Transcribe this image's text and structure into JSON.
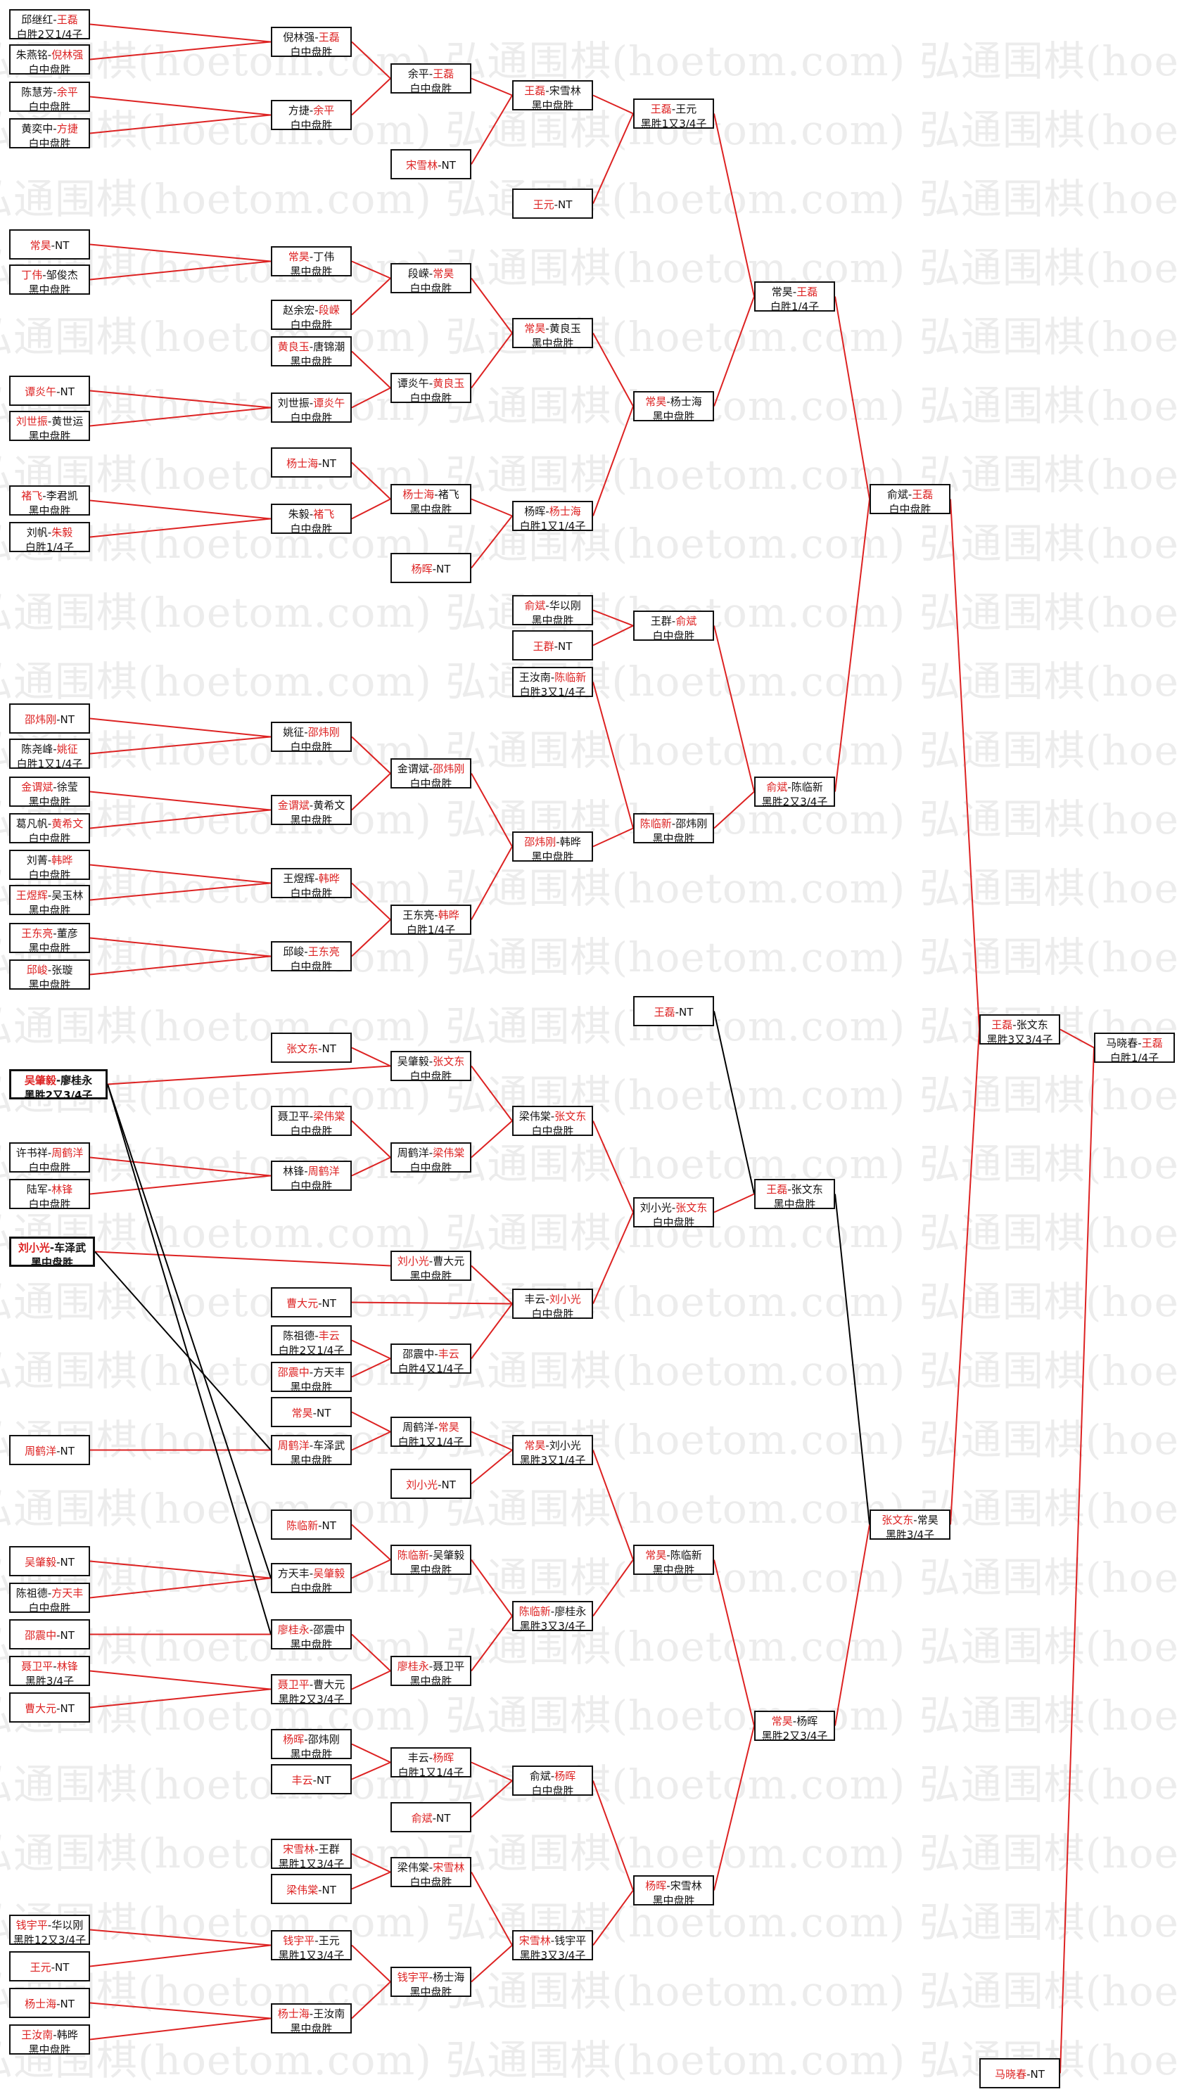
{
  "watermark": "弘通围棋(hoetom.com)",
  "colors": {
    "accent": "#dd2222",
    "text": "#111111",
    "line_red": "#dd2222",
    "line_black": "#000000",
    "watermark": "#ececec"
  },
  "matches": [
    {
      "id": "r1-01",
      "parts": [
        "邱继红",
        "王磊"
      ],
      "hl": 1,
      "result": "白胜2又1/4子"
    },
    {
      "id": "r1-02",
      "parts": [
        "朱燕铭",
        "倪林强"
      ],
      "hl": 1,
      "result": "白中盘胜"
    },
    {
      "id": "r1-03",
      "parts": [
        "陈慧芳",
        "余平"
      ],
      "hl": 1,
      "result": "白中盘胜"
    },
    {
      "id": "r1-04",
      "parts": [
        "黄奕中",
        "方捷"
      ],
      "hl": 1,
      "result": "白中盘胜"
    },
    {
      "id": "r1-05",
      "parts": [
        "常昊",
        "NT"
      ],
      "hl": 0,
      "result": ""
    },
    {
      "id": "r1-06",
      "parts": [
        "丁伟",
        "邹俊杰"
      ],
      "hl": 0,
      "result": "黑中盘胜"
    },
    {
      "id": "r1-07",
      "parts": [
        "谭炎午",
        "NT"
      ],
      "hl": 0,
      "result": ""
    },
    {
      "id": "r1-08",
      "parts": [
        "刘世振",
        "黄世运"
      ],
      "hl": 0,
      "result": "黑中盘胜"
    },
    {
      "id": "r1-09",
      "parts": [
        "褚飞",
        "李君凯"
      ],
      "hl": 0,
      "result": "黑中盘胜"
    },
    {
      "id": "r1-10",
      "parts": [
        "刘帆",
        "朱毅"
      ],
      "hl": 1,
      "result": "白胜1/4子"
    },
    {
      "id": "r1-11",
      "parts": [
        "邵炜刚",
        "NT"
      ],
      "hl": 0,
      "result": ""
    },
    {
      "id": "r1-12",
      "parts": [
        "陈尧峰",
        "姚征"
      ],
      "hl": 1,
      "result": "白胜1又1/4子"
    },
    {
      "id": "r1-13",
      "parts": [
        "金谓斌",
        "徐莹"
      ],
      "hl": 0,
      "result": "黑中盘胜"
    },
    {
      "id": "r1-14",
      "parts": [
        "葛凡帆",
        "黄希文"
      ],
      "hl": 1,
      "result": "白中盘胜"
    },
    {
      "id": "r1-15",
      "parts": [
        "刘菁",
        "韩晔"
      ],
      "hl": 1,
      "result": "白中盘胜"
    },
    {
      "id": "r1-16",
      "parts": [
        "王煜辉",
        "吴玉林"
      ],
      "hl": 0,
      "result": "黑中盘胜"
    },
    {
      "id": "r1-17",
      "parts": [
        "王东亮",
        "董彦"
      ],
      "hl": 0,
      "result": "黑中盘胜"
    },
    {
      "id": "r1-18",
      "parts": [
        "邱峻",
        "张璇"
      ],
      "hl": 0,
      "result": "黑中盘胜"
    },
    {
      "id": "r1-19",
      "parts": [
        "吴肇毅",
        "廖桂永"
      ],
      "hl": 0,
      "result": "黑胜2又3/4子",
      "bold": true
    },
    {
      "id": "r1-20",
      "parts": [
        "许书祥",
        "周鹤洋"
      ],
      "hl": 1,
      "result": "白中盘胜"
    },
    {
      "id": "r1-21",
      "parts": [
        "陆军",
        "林锋"
      ],
      "hl": 1,
      "result": "白中盘胜"
    },
    {
      "id": "r1-22",
      "parts": [
        "刘小光",
        "车泽武"
      ],
      "hl": 0,
      "result": "黑中盘胜",
      "bold": true
    },
    {
      "id": "r1-23",
      "parts": [
        "周鹤洋",
        "NT"
      ],
      "hl": 0,
      "result": ""
    },
    {
      "id": "r1-24",
      "parts": [
        "吴肇毅",
        "NT"
      ],
      "hl": 0,
      "result": ""
    },
    {
      "id": "r1-25",
      "parts": [
        "陈祖德",
        "方天丰"
      ],
      "hl": 1,
      "result": "白中盘胜"
    },
    {
      "id": "r1-26",
      "parts": [
        "邵震中",
        "NT"
      ],
      "hl": 0,
      "result": ""
    },
    {
      "id": "r1-27",
      "parts": [
        "聂卫平",
        "林锋"
      ],
      "hl": -1,
      "result": "黑胜3/4子"
    },
    {
      "id": "r1-28",
      "parts": [
        "曹大元",
        "NT"
      ],
      "hl": 0,
      "result": ""
    },
    {
      "id": "r1-29",
      "parts": [
        "钱宇平",
        "华以刚"
      ],
      "hl": 0,
      "result": "黑胜12又3/4子"
    },
    {
      "id": "r1-30",
      "parts": [
        "王元",
        "NT"
      ],
      "hl": 0,
      "result": ""
    },
    {
      "id": "r1-31",
      "parts": [
        "杨士海",
        "NT"
      ],
      "hl": 0,
      "result": ""
    },
    {
      "id": "r1-32",
      "parts": [
        "王汝南",
        "韩晔"
      ],
      "hl": 0,
      "result": "黑中盘胜"
    },
    {
      "id": "r2-01",
      "parts": [
        "倪林强",
        "王磊"
      ],
      "hl": 1,
      "result": "白中盘胜"
    },
    {
      "id": "r2-02",
      "parts": [
        "方捷",
        "余平"
      ],
      "hl": 1,
      "result": "白中盘胜"
    },
    {
      "id": "r2-03",
      "parts": [
        "常昊",
        "丁伟"
      ],
      "hl": 0,
      "result": "黑中盘胜"
    },
    {
      "id": "r2-04",
      "parts": [
        "赵余宏",
        "段嵘"
      ],
      "hl": 1,
      "result": "白中盘胜"
    },
    {
      "id": "r2-05",
      "parts": [
        "黄良玉",
        "唐锦潮"
      ],
      "hl": 0,
      "result": "黑中盘胜"
    },
    {
      "id": "r2-06",
      "parts": [
        "刘世振",
        "谭炎午"
      ],
      "hl": 1,
      "result": "白中盘胜"
    },
    {
      "id": "r2-07",
      "parts": [
        "杨士海",
        "NT"
      ],
      "hl": 0,
      "result": ""
    },
    {
      "id": "r2-08",
      "parts": [
        "朱毅",
        "褚飞"
      ],
      "hl": 1,
      "result": "白中盘胜"
    },
    {
      "id": "r2-09",
      "parts": [
        "姚征",
        "邵炜刚"
      ],
      "hl": 1,
      "result": "白中盘胜"
    },
    {
      "id": "r2-10",
      "parts": [
        "金谓斌",
        "黄希文"
      ],
      "hl": 0,
      "result": "黑中盘胜"
    },
    {
      "id": "r2-11",
      "parts": [
        "王煜辉",
        "韩晔"
      ],
      "hl": 1,
      "result": "白中盘胜"
    },
    {
      "id": "r2-12",
      "parts": [
        "邱峻",
        "王东亮"
      ],
      "hl": 1,
      "result": "白中盘胜"
    },
    {
      "id": "r2-13",
      "parts": [
        "张文东",
        "NT"
      ],
      "hl": 0,
      "result": ""
    },
    {
      "id": "r2-14",
      "parts": [
        "聂卫平",
        "梁伟棠"
      ],
      "hl": 1,
      "result": "白中盘胜"
    },
    {
      "id": "r2-15",
      "parts": [
        "林锋",
        "周鹤洋"
      ],
      "hl": 1,
      "result": "白中盘胜"
    },
    {
      "id": "r2-16",
      "parts": [
        "曹大元",
        "NT"
      ],
      "hl": 0,
      "result": ""
    },
    {
      "id": "r2-17",
      "parts": [
        "陈祖德",
        "丰云"
      ],
      "hl": 1,
      "result": "白胜2又1/4子"
    },
    {
      "id": "r2-18",
      "parts": [
        "邵震中",
        "方天丰"
      ],
      "hl": 0,
      "result": "黑中盘胜"
    },
    {
      "id": "r2-19",
      "parts": [
        "常昊",
        "NT"
      ],
      "hl": 0,
      "result": ""
    },
    {
      "id": "r2-20",
      "parts": [
        "周鹤洋",
        "车泽武"
      ],
      "hl": 0,
      "result": "黑中盘胜"
    },
    {
      "id": "r2-21",
      "parts": [
        "陈临新",
        "NT"
      ],
      "hl": 0,
      "result": ""
    },
    {
      "id": "r2-22",
      "parts": [
        "方天丰",
        "吴肇毅"
      ],
      "hl": 1,
      "result": "白中盘胜"
    },
    {
      "id": "r2-23",
      "parts": [
        "廖桂永",
        "邵震中"
      ],
      "hl": 0,
      "result": "黑中盘胜"
    },
    {
      "id": "r2-24",
      "parts": [
        "聂卫平",
        "曹大元"
      ],
      "hl": 0,
      "result": "黑胜2又3/4子"
    },
    {
      "id": "r2-25",
      "parts": [
        "杨晖",
        "邵炜刚"
      ],
      "hl": 0,
      "result": "黑中盘胜"
    },
    {
      "id": "r2-26",
      "parts": [
        "丰云",
        "NT"
      ],
      "hl": 0,
      "result": ""
    },
    {
      "id": "r2-27",
      "parts": [
        "宋雪林",
        "王群"
      ],
      "hl": 0,
      "result": "黑胜1又3/4子"
    },
    {
      "id": "r2-28",
      "parts": [
        "梁伟棠",
        "NT"
      ],
      "hl": 0,
      "result": ""
    },
    {
      "id": "r2-29",
      "parts": [
        "钱宇平",
        "王元"
      ],
      "hl": 0,
      "result": "黑胜1又3/4子"
    },
    {
      "id": "r2-30",
      "parts": [
        "杨士海",
        "王汝南"
      ],
      "hl": 0,
      "result": "黑中盘胜"
    },
    {
      "id": "r3-01",
      "parts": [
        "余平",
        "王磊"
      ],
      "hl": 1,
      "result": "白中盘胜"
    },
    {
      "id": "r3-02",
      "parts": [
        "宋雪林",
        "NT"
      ],
      "hl": 0,
      "result": ""
    },
    {
      "id": "r3-03",
      "parts": [
        "段嵘",
        "常昊"
      ],
      "hl": 1,
      "result": "白中盘胜"
    },
    {
      "id": "r3-04",
      "parts": [
        "谭炎午",
        "黄良玉"
      ],
      "hl": 1,
      "result": "白中盘胜"
    },
    {
      "id": "r3-05",
      "parts": [
        "杨士海",
        "褚飞"
      ],
      "hl": 0,
      "result": "黑中盘胜"
    },
    {
      "id": "r3-06",
      "parts": [
        "杨晖",
        "NT"
      ],
      "hl": 0,
      "result": ""
    },
    {
      "id": "r3-07",
      "parts": [
        "金谓斌",
        "邵炜刚"
      ],
      "hl": 1,
      "result": "白中盘胜"
    },
    {
      "id": "r3-08",
      "parts": [
        "王东亮",
        "韩晔"
      ],
      "hl": 1,
      "result": "白胜1/4子"
    },
    {
      "id": "r3-09",
      "parts": [
        "吴肇毅",
        "张文东"
      ],
      "hl": 1,
      "result": "白中盘胜"
    },
    {
      "id": "r3-10",
      "parts": [
        "周鹤洋",
        "梁伟棠"
      ],
      "hl": 1,
      "result": "白中盘胜"
    },
    {
      "id": "r3-11",
      "parts": [
        "刘小光",
        "曹大元"
      ],
      "hl": 0,
      "result": "黑中盘胜"
    },
    {
      "id": "r3-12",
      "parts": [
        "邵震中",
        "丰云"
      ],
      "hl": 1,
      "result": "白胜4又1/4子"
    },
    {
      "id": "r3-13",
      "parts": [
        "周鹤洋",
        "常昊"
      ],
      "hl": 1,
      "result": "白胜1又1/4子"
    },
    {
      "id": "r3-14",
      "parts": [
        "刘小光",
        "NT"
      ],
      "hl": 0,
      "result": ""
    },
    {
      "id": "r3-15",
      "parts": [
        "陈临新",
        "吴肇毅"
      ],
      "hl": 0,
      "result": "黑中盘胜"
    },
    {
      "id": "r3-16",
      "parts": [
        "廖桂永",
        "聂卫平"
      ],
      "hl": 0,
      "result": "黑中盘胜"
    },
    {
      "id": "r3-17",
      "parts": [
        "丰云",
        "杨晖"
      ],
      "hl": 1,
      "result": "白胜1又1/4子"
    },
    {
      "id": "r3-18",
      "parts": [
        "俞斌",
        "NT"
      ],
      "hl": 0,
      "result": ""
    },
    {
      "id": "r3-19",
      "parts": [
        "梁伟棠",
        "宋雪林"
      ],
      "hl": 1,
      "result": "白中盘胜"
    },
    {
      "id": "r3-20",
      "parts": [
        "钱宇平",
        "杨士海"
      ],
      "hl": 0,
      "result": "黑中盘胜"
    },
    {
      "id": "r4-01",
      "parts": [
        "王磊",
        "宋雪林"
      ],
      "hl": 0,
      "result": "黑中盘胜"
    },
    {
      "id": "r4-02",
      "parts": [
        "王元",
        "NT"
      ],
      "hl": 0,
      "result": ""
    },
    {
      "id": "r4-03",
      "parts": [
        "常昊",
        "黄良玉"
      ],
      "hl": 0,
      "result": "黑中盘胜"
    },
    {
      "id": "r4-04",
      "parts": [
        "杨晖",
        "杨士海"
      ],
      "hl": 1,
      "result": "白胜1又1/4子"
    },
    {
      "id": "r4-05",
      "parts": [
        "俞斌",
        "华以刚"
      ],
      "hl": 0,
      "result": "黑中盘胜"
    },
    {
      "id": "r4-06",
      "parts": [
        "王群",
        "NT"
      ],
      "hl": 0,
      "result": ""
    },
    {
      "id": "r4-07",
      "parts": [
        "王汝南",
        "陈临新"
      ],
      "hl": 1,
      "result": "白胜3又1/4子"
    },
    {
      "id": "r4-08",
      "parts": [
        "邵炜刚",
        "韩晔"
      ],
      "hl": 0,
      "result": "黑中盘胜"
    },
    {
      "id": "r4-09",
      "parts": [
        "梁伟棠",
        "张文东"
      ],
      "hl": 1,
      "result": "白中盘胜"
    },
    {
      "id": "r4-10",
      "parts": [
        "丰云",
        "刘小光"
      ],
      "hl": 1,
      "result": "白中盘胜"
    },
    {
      "id": "r4-11",
      "parts": [
        "常昊",
        "刘小光"
      ],
      "hl": 0,
      "result": "黑胜3又1/4子"
    },
    {
      "id": "r4-12",
      "parts": [
        "陈临新",
        "廖桂永"
      ],
      "hl": 0,
      "result": "黑胜3又3/4子"
    },
    {
      "id": "r4-13",
      "parts": [
        "俞斌",
        "杨晖"
      ],
      "hl": 1,
      "result": "白中盘胜"
    },
    {
      "id": "r4-14",
      "parts": [
        "宋雪林",
        "钱宇平"
      ],
      "hl": 0,
      "result": "黑胜3又3/4子"
    },
    {
      "id": "r5-01",
      "parts": [
        "王磊",
        "王元"
      ],
      "hl": 0,
      "result": "黑胜1又3/4子"
    },
    {
      "id": "r5-02",
      "parts": [
        "常昊",
        "杨士海"
      ],
      "hl": 0,
      "result": "黑中盘胜"
    },
    {
      "id": "r5-03",
      "parts": [
        "王群",
        "俞斌"
      ],
      "hl": 1,
      "result": "白中盘胜"
    },
    {
      "id": "r5-04",
      "parts": [
        "陈临新",
        "邵炜刚"
      ],
      "hl": 0,
      "result": "黑中盘胜"
    },
    {
      "id": "r5-05",
      "parts": [
        "王磊",
        "NT"
      ],
      "hl": 0,
      "result": ""
    },
    {
      "id": "r5-06",
      "parts": [
        "刘小光",
        "张文东"
      ],
      "hl": 1,
      "result": "白中盘胜"
    },
    {
      "id": "r5-07",
      "parts": [
        "常昊",
        "陈临新"
      ],
      "hl": 0,
      "result": "黑中盘胜"
    },
    {
      "id": "r5-08",
      "parts": [
        "杨晖",
        "宋雪林"
      ],
      "hl": 0,
      "result": "黑中盘胜"
    },
    {
      "id": "r6-01",
      "parts": [
        "常昊",
        "王磊"
      ],
      "hl": 1,
      "result": "白胜1/4子"
    },
    {
      "id": "r6-02",
      "parts": [
        "俞斌",
        "陈临新"
      ],
      "hl": 0,
      "result": "黑胜2又3/4子"
    },
    {
      "id": "r6-03",
      "parts": [
        "王磊",
        "张文东"
      ],
      "hl": 0,
      "result": "黑中盘胜"
    },
    {
      "id": "r6-04",
      "parts": [
        "常昊",
        "杨晖"
      ],
      "hl": 0,
      "result": "黑胜2又3/4子"
    },
    {
      "id": "r7-01",
      "parts": [
        "俞斌",
        "王磊"
      ],
      "hl": 1,
      "result": "白中盘胜"
    },
    {
      "id": "r7-02",
      "parts": [
        "张文东",
        "常昊"
      ],
      "hl": 0,
      "result": "黑胜3/4子"
    },
    {
      "id": "r8-01",
      "parts": [
        "王磊",
        "张文东"
      ],
      "hl": 0,
      "result": "黑胜3又3/4子"
    },
    {
      "id": "r8-02",
      "parts": [
        "马晓春",
        "NT"
      ],
      "hl": 0,
      "result": ""
    },
    {
      "id": "r9-01",
      "parts": [
        "马晓春",
        "王磊"
      ],
      "hl": 1,
      "result": "白胜1/4子"
    }
  ]
}
